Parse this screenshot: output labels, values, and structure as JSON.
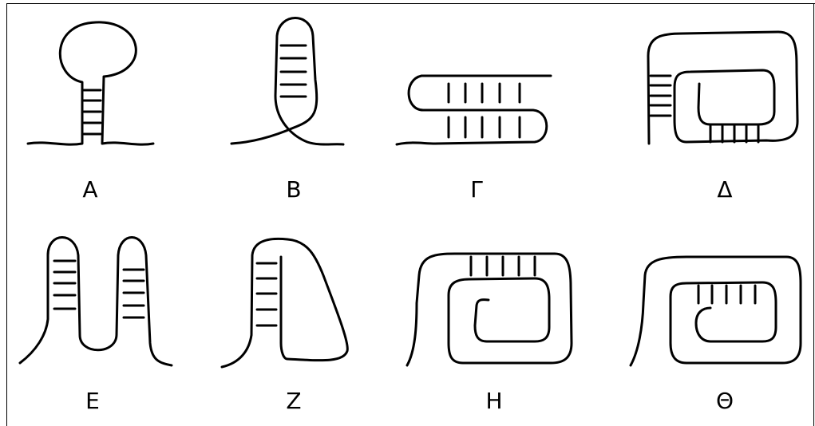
{
  "figure": {
    "stroke_color": "#000000",
    "background_color": "#ffffff",
    "labels": {
      "a": "A",
      "b": "B",
      "g": "Γ",
      "d": "Δ",
      "e": "E",
      "z": "Z",
      "h": "H",
      "th": "Θ"
    }
  }
}
